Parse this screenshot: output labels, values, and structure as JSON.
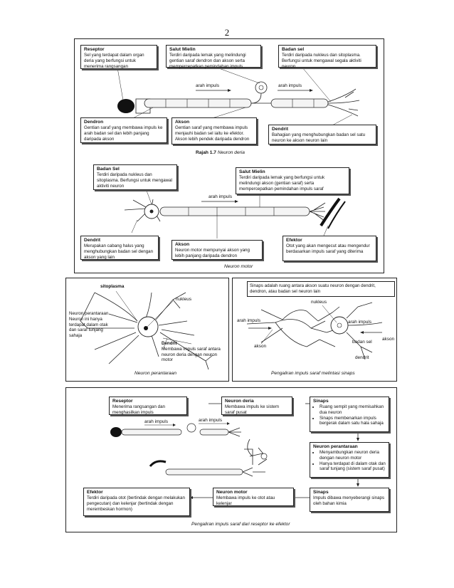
{
  "page": {
    "number": "2"
  },
  "fig_sensory": {
    "reseptor": {
      "title": "Reseptor",
      "text": "Sel yang terdapat dalam organ deria yang berfungsi untuk menerima rangsangan"
    },
    "salut_mielin": {
      "title": "Salut Mielin",
      "text": "Terdiri daripada lemak yang melindungi gentian saraf dendron dan akson serta mempercepatkan pemindahan impuls"
    },
    "badan_sel": {
      "title": "Badan sel",
      "text": "Terdiri daripada nukleus dan sitoplasma. Berfungsi untuk mengawal segala aktiviti neuron"
    },
    "dendron": {
      "title": "Dendron",
      "text": "Gentian saraf yang membawa impuls ke arah badan sel dan lebih panjang daripada akson"
    },
    "akson": {
      "title": "Akson",
      "text": "Gentian saraf yang membawa impuls menjauhi badan sel iaitu ke efektor. Akson lebih pendek daripada dendron"
    },
    "dendrit": {
      "title": "Dendrit",
      "text": "Bahagian yang menghubungkan badan sel satu neuron ke akson neuron lain"
    },
    "arah_impuls_1": "arah impuls",
    "arah_impuls_2": "arah impuls",
    "caption_bold": "Rajah 1.7",
    "caption_text": "Neuron deria"
  },
  "fig_motor": {
    "badan_sel": {
      "title": "Badan Sel",
      "text": "Terdiri daripada nukleus dan sitoplasma. Berfungsi untuk mengawal aktiviti neuron"
    },
    "salut_mielin": {
      "title": "Salut Mielin",
      "text": "Terdiri daripada lemak yang berfungsi untuk melindungi akson (gentian saraf) serta mempercepatkan pemindahan impuls saraf"
    },
    "dendrit": {
      "title": "Dendrit",
      "text": "Merupakan cabang halus yang menghubungkan badan sel dengan akson yang lain"
    },
    "akson": {
      "title": "Akson",
      "text": "Neuron motor mempunyai akson yang lebih panjang daripada dendron"
    },
    "efektor": {
      "title": "Efektor",
      "text": "Otot yang akan mengecut atau mengendur berdasarkan impuls saraf yang diterima"
    },
    "arah_impuls": "arah impuls",
    "caption": "Neuron motor"
  },
  "fig_interneuron": {
    "sitoplasma": "sitoplasma",
    "nukleus": "nukleus",
    "neuron_text": "Neuron perantaraan Neuron ini hanya terdapat dalam otak dan saraf tunjang sahaja",
    "dendrit_title": "Dendrit",
    "dendrit_text": "Membawa impuls saraf antara neuron deria dengan neuron motor",
    "caption": "Neuron perantaraan"
  },
  "fig_synapse": {
    "header": "Sinaps adalah ruang antara akson suatu neuron dengan dendrit, dendron, atau badan sel neuron lain",
    "nukleus": "nukleus",
    "arah_impuls_left": "arah impuls",
    "arah_impuls_right": "arah impuls",
    "akson_left": "akson",
    "akson_right": "akson",
    "badan_sel": "badan sel",
    "dendrit": "dendrit",
    "caption": "Pengaliran impuls saraf melintasi sinaps"
  },
  "fig_pathway": {
    "reseptor": {
      "title": "Reseptor",
      "text": "Menerima rangsangan dan menghasilkan impuls"
    },
    "neuron_deria": {
      "title": "Neuron deria",
      "text": "Membawa impuls ke sistem saraf pusat"
    },
    "sinaps_1": {
      "title": "Sinaps",
      "items": [
        "Ruang sempit yang memisahkan dua neuron",
        "Sinaps membenarkan impuls bergerak dalam satu hala sahaja"
      ]
    },
    "neuron_perantaraan": {
      "title": "Neuron perantaraan",
      "items": [
        "Menyambungkan neuron deria dengan neuron motor",
        "Hanya terdapat di dalam otak dan saraf tunjang (sistem saraf pusat)"
      ]
    },
    "sinaps_2": {
      "title": "Sinaps",
      "text": "Impuls dibawa menyeberangi sinaps oleh bahan kimia"
    },
    "neuron_motor": {
      "title": "Neuron motor",
      "text": "Membawa impuls ke otot atau kelenjar"
    },
    "efektor": {
      "title": "Efektor",
      "text": "Terdiri daripada otot (bertindak dengan melakukan pengecutan) dan kelenjar (bertindak dengan merembeskan hormon)"
    },
    "arah_impuls_1": "arah impuls",
    "arah_impuls_2": "arah impuls",
    "caption": "Pengaliran impuls saraf dari reseptor ke efektor"
  }
}
